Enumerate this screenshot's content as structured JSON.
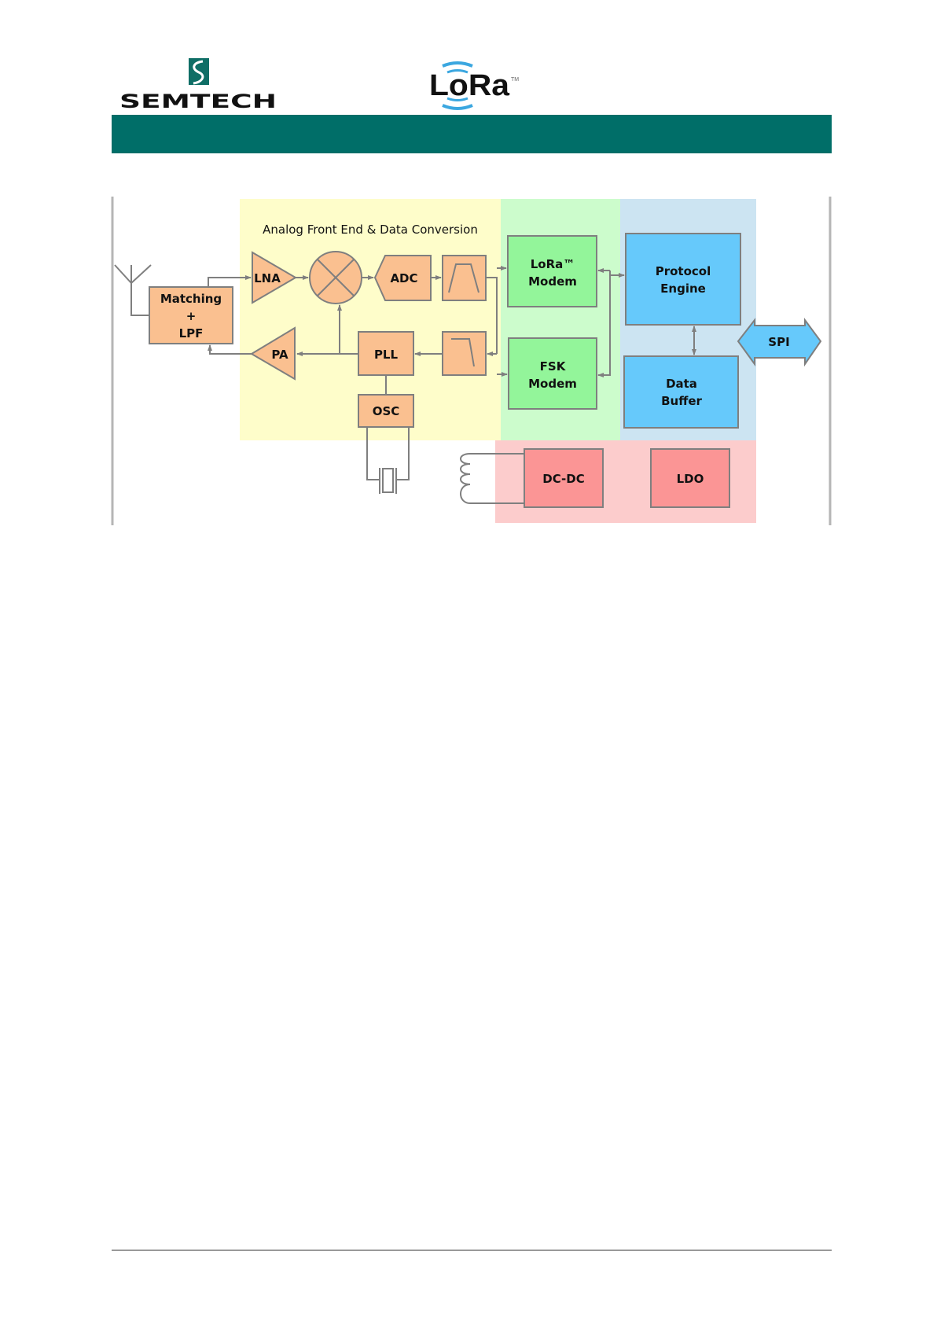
{
  "header": {
    "semtech_logo_text": "SEMTECH",
    "lora_logo_text": "LoRa",
    "lora_trademark": "TM"
  },
  "diagram": {
    "section_title": "Analog Front End & Data Conversion",
    "blocks": {
      "matching": [
        "Matching",
        "+",
        "LPF"
      ],
      "lna": "LNA",
      "adc": "ADC",
      "pa": "PA",
      "pll": "PLL",
      "osc": "OSC",
      "lora_modem": [
        "LoRa™",
        "Modem"
      ],
      "fsk_modem": [
        "FSK",
        "Modem"
      ],
      "protocol_engine": [
        "Protocol",
        "Engine"
      ],
      "data_buffer": [
        "Data",
        "Buffer"
      ],
      "spi": "SPI",
      "dcdc": "DC-DC",
      "ldo": "LDO"
    },
    "colors": {
      "header_bar": "#006e68",
      "analog_region": "#fefdca",
      "modem_region": "#ccfccc",
      "digital_region": "#cce4f2",
      "power_region": "#fccccc"
    }
  }
}
